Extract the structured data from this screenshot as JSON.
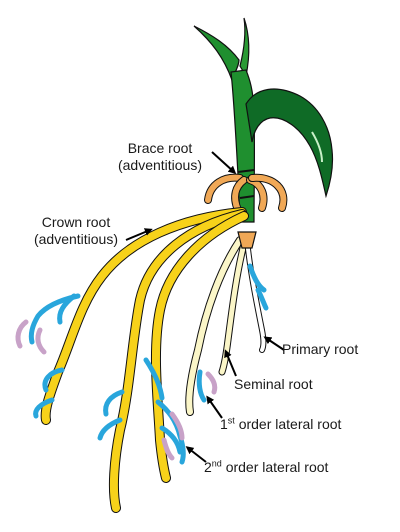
{
  "diagram": {
    "labels": {
      "brace_root_line1": "Brace root",
      "brace_root_line2": "(adventitious)",
      "crown_root_line1": "Crown root",
      "crown_root_line2": "(adventitious)",
      "primary_root": "Primary root",
      "seminal_root": "Seminal root",
      "first_order_num": "1",
      "first_order_sup": "st",
      "first_order_rest": " order lateral root",
      "second_order_num": "2",
      "second_order_sup": "nd",
      "second_order_rest": " order lateral root"
    },
    "colors": {
      "shoot_dark": "#0f6b26",
      "shoot_mid": "#1f8f2f",
      "shoot_light": "#3aa832",
      "brace_root": "#f0a856",
      "crown_root": "#f7d21a",
      "seminal_root": "#fbf6c8",
      "primary_root": "#ffffff",
      "first_order": "#29a6dc",
      "second_order": "#c8a2c8",
      "arrow": "#000000"
    }
  }
}
